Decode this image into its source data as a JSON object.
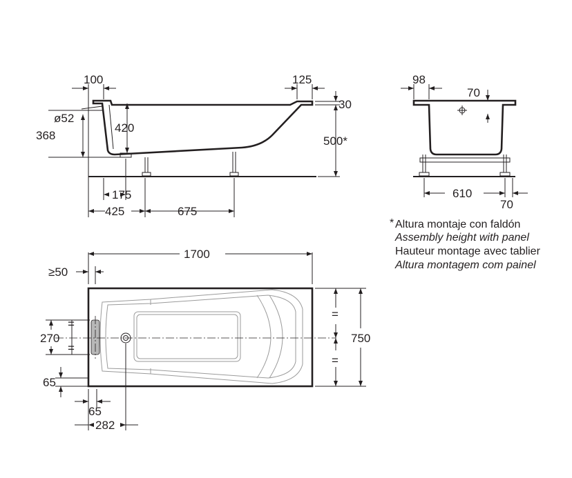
{
  "side_view": {
    "dims": {
      "d100": "100",
      "d125": "125",
      "d30": "30",
      "d52": "ø52",
      "d368": "368",
      "d420": "420",
      "d500": "500*",
      "d175": "175",
      "d425": "425",
      "d675": "675"
    }
  },
  "end_view": {
    "dims": {
      "d98": "98",
      "d70top": "70",
      "d610": "610",
      "d70bottom": "70"
    }
  },
  "notes": {
    "asterisk": "*",
    "es": "Altura montaje con faldón",
    "en": "Assembly height with panel",
    "fr": "Hauteur montage avec tablier",
    "pt": "Altura montagem com painel"
  },
  "plan_view": {
    "dims": {
      "d1700": "1700",
      "d50": "≥50",
      "d270": "270",
      "d750": "750",
      "d65left": "65",
      "d65bottom": "65",
      "d282": "282",
      "equal": "="
    }
  },
  "colors": {
    "line": "#231f20",
    "grey": "#9a9a9a"
  }
}
